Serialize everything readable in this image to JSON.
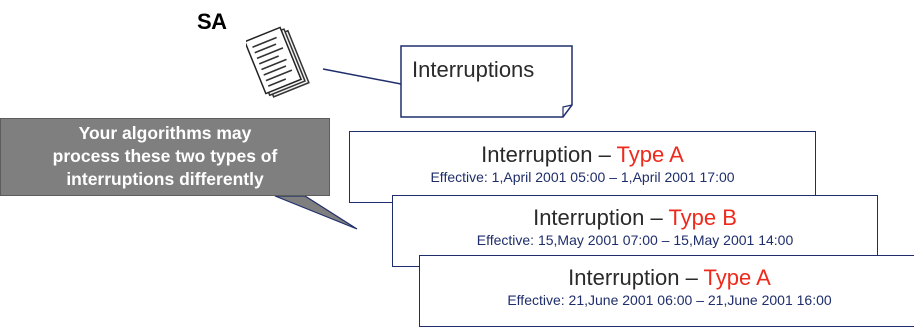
{
  "sa_label": "SA",
  "callout": {
    "label": "Interruptions"
  },
  "note": {
    "text": "Your algorithms may\nprocess these two types of\ninterruptions differently"
  },
  "interruptions": [
    {
      "title": "Interruption – ",
      "type": "Type A",
      "dates": "Effective: 1,April 2001 05:00 – 1,April 2001 17:00"
    },
    {
      "title": "Interruption – ",
      "type": "Type B",
      "dates": "Effective: 15,May 2001 07:00 – 15,May 2001 14:00"
    },
    {
      "title": "Interruption – ",
      "type": "Type A",
      "dates": "Effective: 21,June 2001 06:00 – 21,June 2001 16:00"
    }
  ],
  "colors": {
    "type_text": "#ee2a1d",
    "card_border": "#1f2e6b",
    "note_background": "#7f7f7f",
    "note_text": "#ffffff"
  },
  "icons": {
    "document": "document-stack-icon"
  }
}
